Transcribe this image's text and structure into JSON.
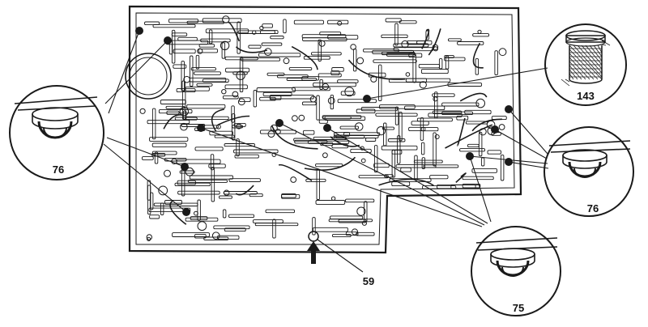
{
  "callouts": {
    "left_top": "76",
    "filter": "143",
    "right_top": "76",
    "bottom_right": "75",
    "bottom_center": "59"
  },
  "ink_color": "#1a1a1a",
  "paper_color": "#ffffff"
}
